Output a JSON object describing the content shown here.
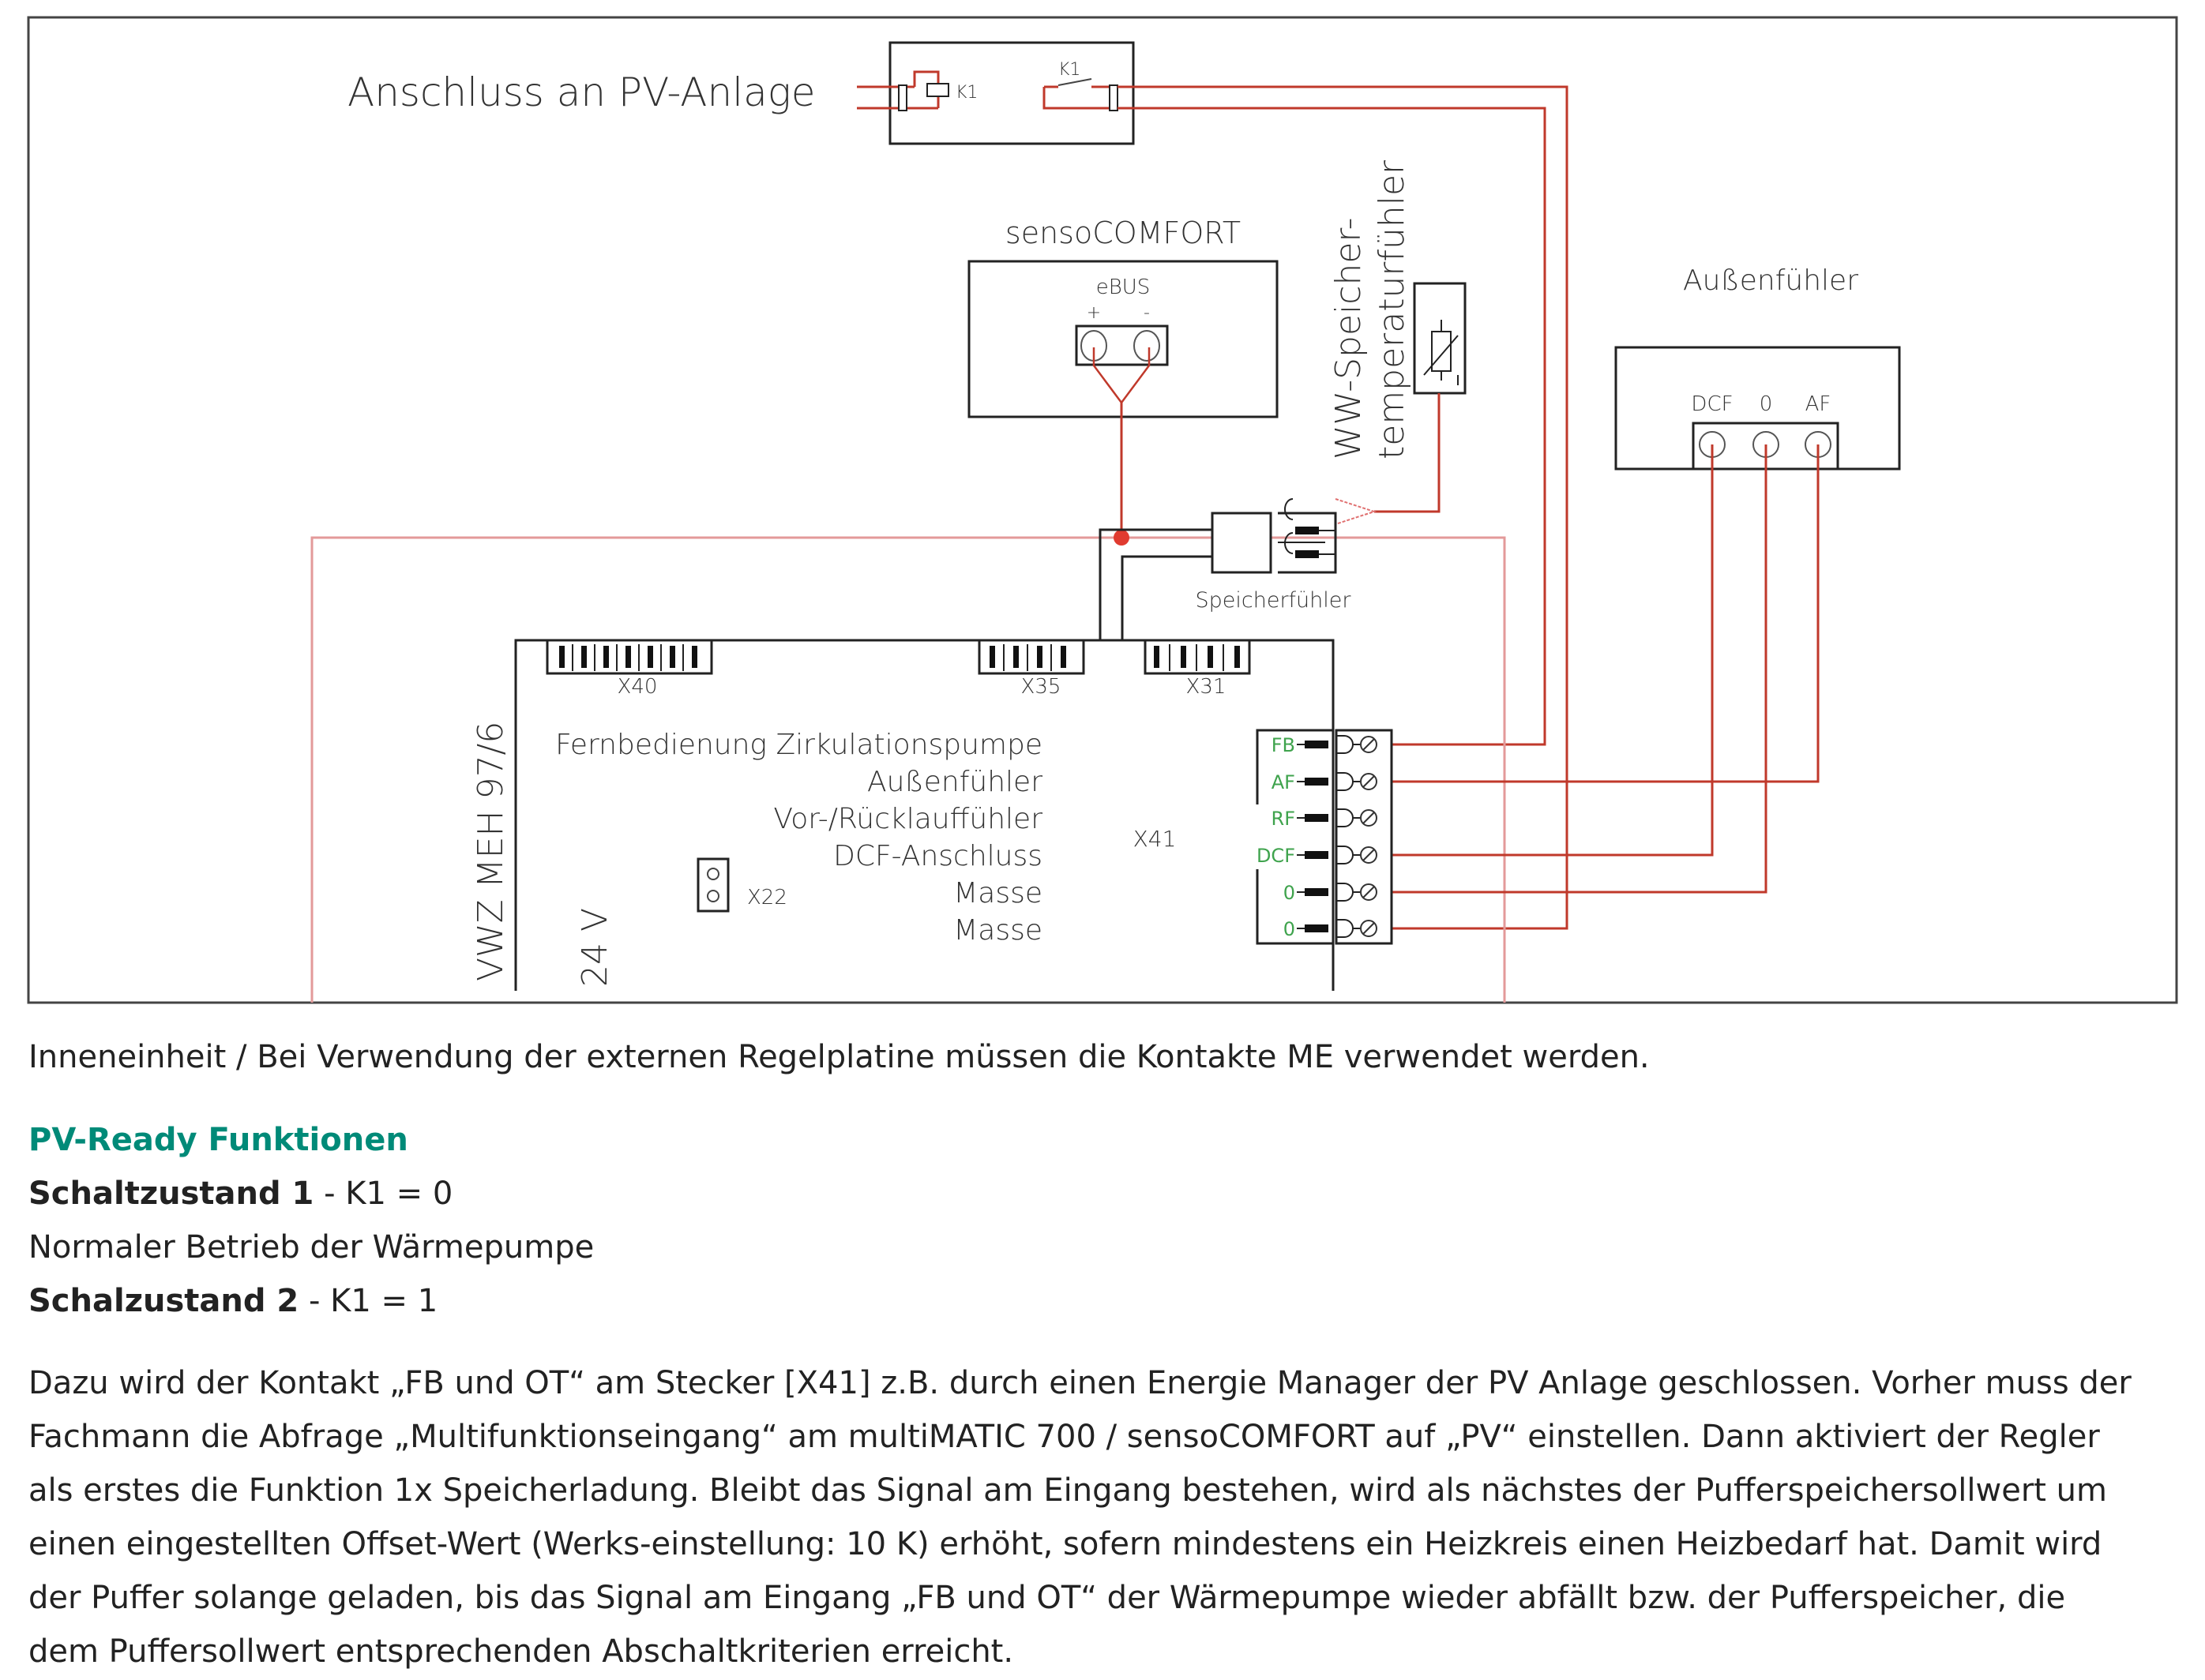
{
  "diagram": {
    "title": "Anschluss an PV-Anlage",
    "relay": {
      "coil_label": "K1",
      "contact_label": "K1"
    },
    "senso": {
      "title": "sensoCOMFORT",
      "bus_label": "eBUS",
      "plus": "+",
      "minus": "-"
    },
    "ww_sensor": {
      "line1": "WW-Speicher-",
      "line2": "temperaturfühler"
    },
    "outdoor_sensor": {
      "title": "Außenfühler",
      "terminals": [
        "DCF",
        "0",
        "AF"
      ]
    },
    "storage_sensor": {
      "label": "Speicherfühler"
    },
    "board": {
      "model": "VWZ MEH 97/6",
      "voltage": "24 V",
      "connectors": {
        "x40": "X40",
        "x35": "X35",
        "x31": "X31",
        "x41": "X41",
        "x22": "X22"
      },
      "functions": [
        "Fernbedienung Zirkulationspumpe",
        "Außenfühler",
        "Vor-/Rücklauffühler",
        "DCF-Anschluss",
        "Masse",
        "Masse"
      ],
      "terminals": [
        "FB",
        "AF",
        "RF",
        "DCF",
        "0",
        "0"
      ]
    },
    "colors": {
      "wire": "#c0392b",
      "wire_light": "#e8a0a0",
      "terminal_label": "#3fa34d"
    }
  },
  "caption": "Inneneinheit / Bei Verwendung der externen Regelplatine müssen die Kontakte ME verwendet werden.",
  "section": {
    "heading": "PV-Ready Funktionen",
    "state1": {
      "label": "Schaltzustand 1",
      "value": " - K1 = 0"
    },
    "state1_desc": "Normaler Betrieb der Wärmepumpe",
    "state2": {
      "label": "Schalzustand 2",
      "value": " - K1 = 1"
    },
    "paragraph_lines": [
      "Dazu wird der Kontakt „FB und OT“ am Stecker [X41] z.B. durch einen Energie Manager der PV Anlage geschlossen. Vorher muss der",
      "Fachmann die Abfrage „Multifunktionseingang“ am multiMATIC 700 / sensoCOMFORT auf „PV“ einstellen. Dann aktiviert der Regler",
      "als erstes die Funktion 1x Speicherladung. Bleibt das Signal am Eingang bestehen, wird als nächstes der Pufferspeichersollwert um",
      "einen eingestellten Offset-Wert (Werks-einstellung: 10 K) erhöht, sofern mindestens ein Heizkreis einen Heizbedarf hat. Damit wird",
      "der Puffer solange geladen, bis das Signal am Eingang „FB und OT“ der Wärmepumpe wieder abfällt bzw. der Pufferspeicher, die",
      "dem Puffersollwert entsprechenden Abschaltkriterien erreicht."
    ]
  }
}
